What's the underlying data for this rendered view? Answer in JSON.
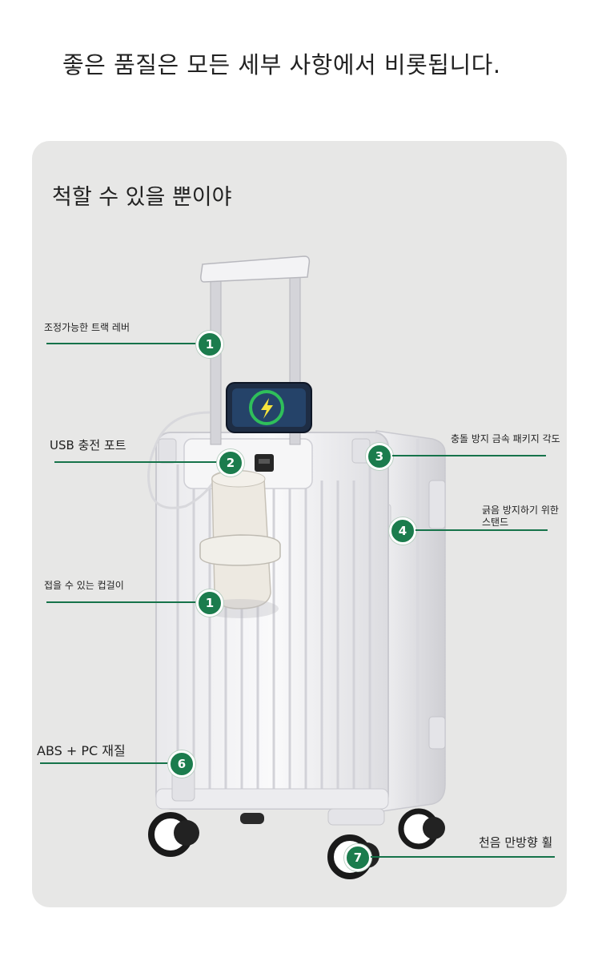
{
  "headline": "좋은 품질은 모든 세부 사항에서 비롯됩니다.",
  "panel": {
    "title": "척할 수 있을 뿐이야",
    "features": [
      {
        "label": "조정가능한 트랙 레버",
        "badge": "1"
      },
      {
        "label": "USB 충전 포트",
        "badge": "2"
      },
      {
        "label": "접을 수 있는 컵걸이",
        "badge": "1"
      },
      {
        "label": "ABS + PC 재질",
        "badge": "6"
      },
      {
        "label": "충돌 방지 금속 패키지 각도",
        "badge": "3"
      },
      {
        "label": "긁음 방지하기 위한",
        "label2": "스탠드",
        "badge": "4"
      },
      {
        "label": "천음 만방향 휠",
        "badge": "7"
      }
    ]
  },
  "colors": {
    "accent": "#1b7c4d",
    "panel_bg": "#e7e7e6",
    "suitcase": "#f4f4f6"
  },
  "icons": [
    "wireless-charging-icon",
    "usb-port-icon"
  ]
}
